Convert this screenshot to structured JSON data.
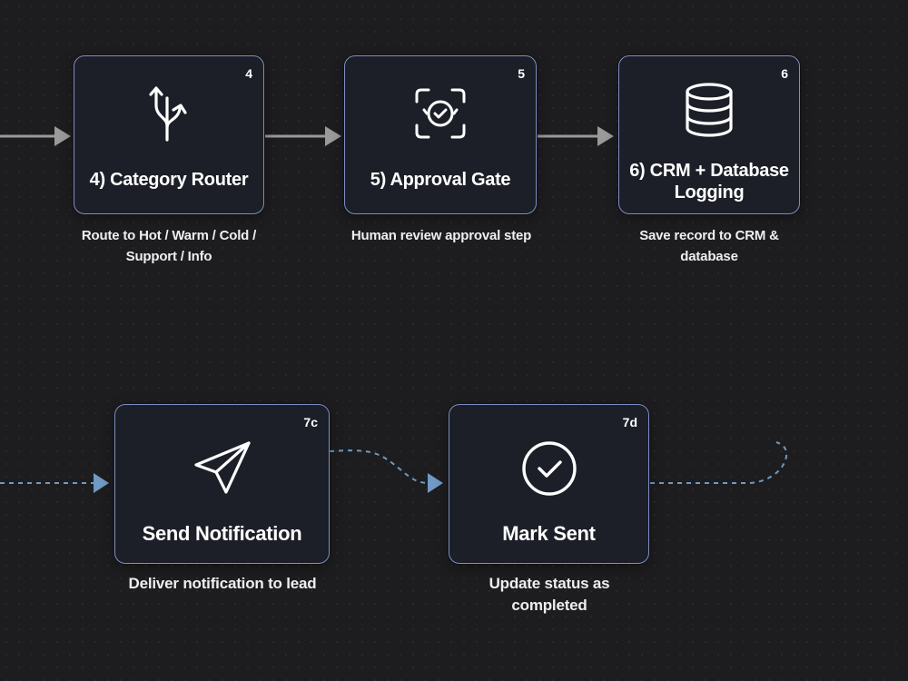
{
  "nodes": [
    {
      "id": "4",
      "number": "4",
      "title": "4) Category Router",
      "description": "Route to Hot / Warm / Cold / Support / Info",
      "icon": "router-split-icon"
    },
    {
      "id": "5",
      "number": "5",
      "title": "5) Approval Gate",
      "description": "Human review approval step",
      "icon": "scan-check-icon"
    },
    {
      "id": "6",
      "number": "6",
      "title": "6) CRM + Database Logging",
      "description": "Save record to CRM & database",
      "icon": "database-icon"
    },
    {
      "id": "7c",
      "number": "7c",
      "title": "Send Notification",
      "description": "Deliver notification to lead",
      "icon": "paper-plane-icon"
    },
    {
      "id": "7d",
      "number": "7d",
      "title": "Mark Sent",
      "description": "Update status as completed",
      "icon": "check-circle-icon"
    }
  ],
  "colors": {
    "background": "#1d1d1f",
    "node_fill": "#1c1f27",
    "node_border": "#7f8fc4",
    "solid_connector": "#9a9a9a",
    "dashed_connector": "#6e9ac4"
  }
}
